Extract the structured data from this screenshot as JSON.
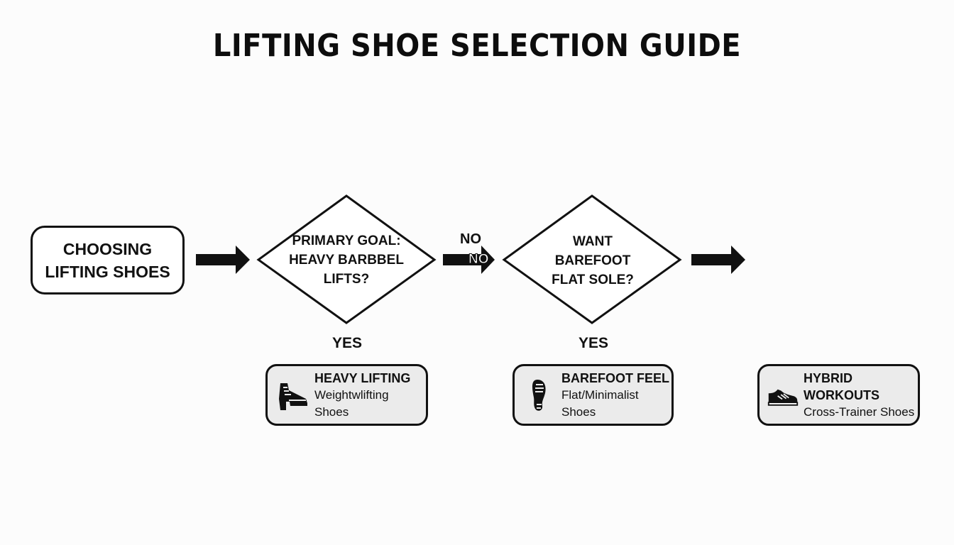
{
  "title": "LIFTING SHOE SELECTION GUIDE",
  "start": {
    "line1": "CHOOSING",
    "line2": "LIFTING SHOES"
  },
  "decision1": {
    "line1": "PRIMARY GOAL:",
    "line2": "HEAVY BARBBEL",
    "line3": "LIFTS?",
    "yes_label": "YES",
    "no_label": "NO",
    "no_label_inline": "NO"
  },
  "decision2": {
    "line1": "WANT",
    "line2": "BAREFOOT",
    "line3": "FLAT SOLE?",
    "yes_label": "YES"
  },
  "results": [
    {
      "title": "HEAVY LIFTING",
      "subtitle": "Weightwlifting Shoes",
      "icon": "weightlifting-shoe-icon"
    },
    {
      "title": "BAREFOOT FEEL",
      "subtitle": "Flat/Minimalist Shoes",
      "icon": "footprint-sole-icon"
    },
    {
      "title": "HYBRID WORKOUTS",
      "subtitle": "Cross-Trainer Shoes",
      "icon": "sneaker-icon"
    }
  ],
  "colors": {
    "stroke": "#111111",
    "result_fill": "#ebebeb",
    "background": "#fcfcfc"
  }
}
